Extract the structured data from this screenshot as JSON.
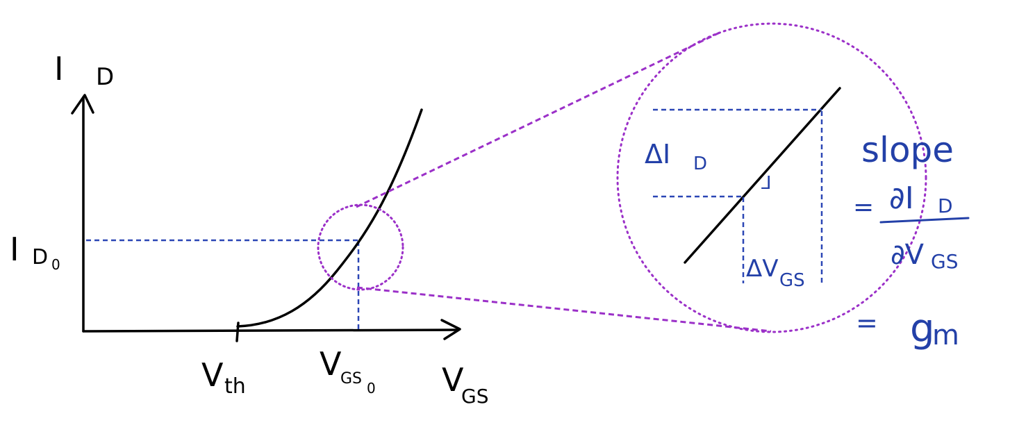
{
  "colors": {
    "curve": "#000000",
    "guide": "#2b46b5",
    "zoom": "#9b30c8",
    "annotation": "#2340a8"
  },
  "axes": {
    "y_label": "I",
    "y_label_sub": "D",
    "x_label": "V",
    "x_label_sub": "GS"
  },
  "curve_labels": {
    "vth": "V",
    "vth_sub": "th",
    "vgs0": "V",
    "vgs0_sub": "GS",
    "vgs0_subsub": "0",
    "id0": "I",
    "id0_sub": "D",
    "id0_subsub": "0"
  },
  "zoom_labels": {
    "delta_id": "ΔI",
    "delta_id_sub": "D",
    "delta_vgs": "ΔV",
    "delta_vgs_sub": "GS",
    "right_angle": "⅃"
  },
  "annotation": {
    "slope": "slope",
    "eq1": "=",
    "numerator": "∂I",
    "numerator_sub": "D",
    "denominator": "∂V",
    "denominator_sub": "GS",
    "eq2": "=",
    "gm": "g",
    "gm_sub": "m"
  }
}
